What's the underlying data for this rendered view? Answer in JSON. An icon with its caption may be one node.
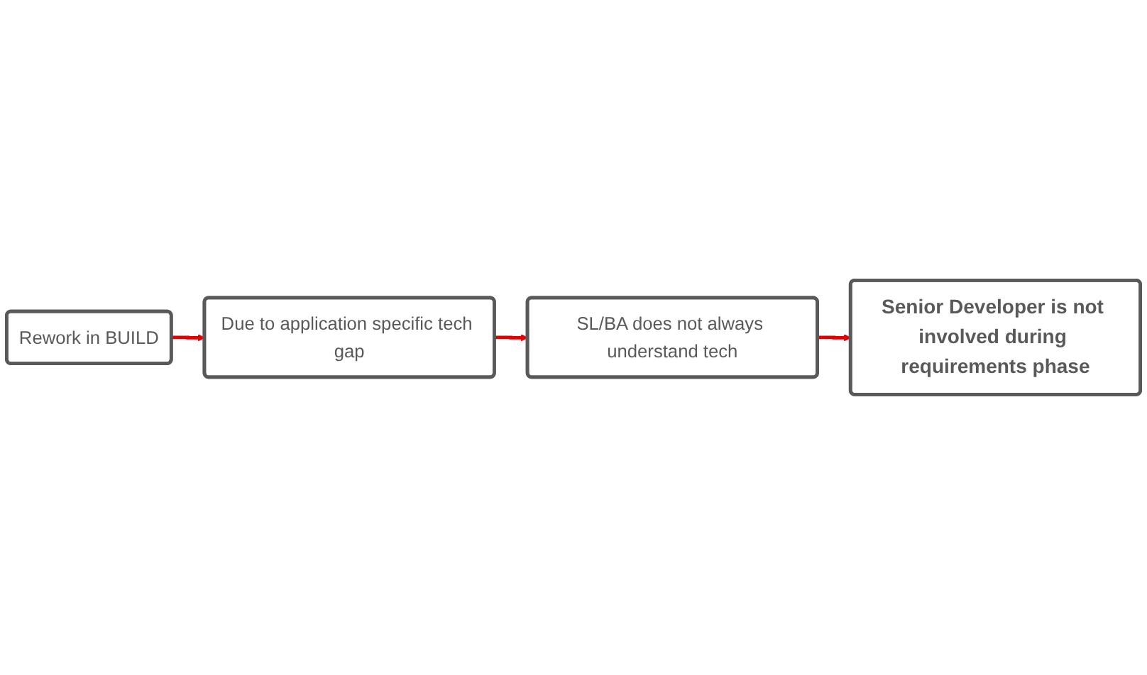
{
  "diagram": {
    "nodes": [
      {
        "text": [
          "Rework  in BUILD"
        ]
      },
      {
        "text": [
          "Due to application specific tech gap"
        ]
      },
      {
        "text": [
          "SL/BA does not always understand tech"
        ]
      },
      {
        "text": [
          "Senior Developer is not involved during requirements phase"
        ]
      }
    ],
    "edges": [
      {
        "from": 0,
        "to": 1,
        "arrow": "to"
      },
      {
        "from": 1,
        "to": 2,
        "arrow": "to"
      },
      {
        "from": 2,
        "to": 3,
        "arrow": "to"
      }
    ]
  }
}
